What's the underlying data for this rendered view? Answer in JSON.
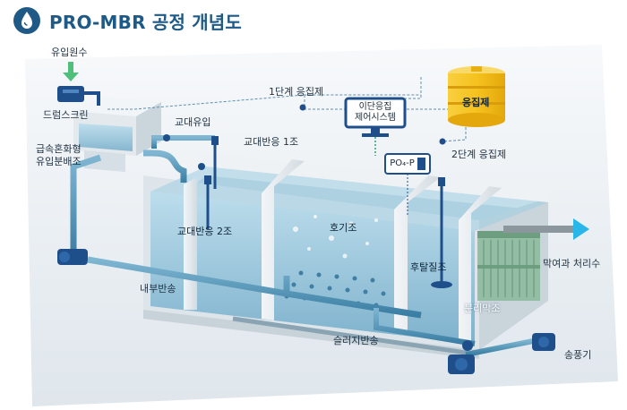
{
  "header": {
    "title": "PRO-MBR 공정 개념도"
  },
  "labels": {
    "influent": "유입원수",
    "drum_screen": "드럼스크린",
    "rapid_mix": "급속혼화형\n유입분배조",
    "alt_inflow": "교대유입",
    "alt_react1": "교대반응 1조",
    "alt_react2": "교대반응 2조",
    "aerobic": "호기조",
    "post_anoxic": "후탈질조",
    "membrane": "분리막조",
    "internal_return": "내부반송",
    "sludge_return": "슬러지반송",
    "blower": "송풍기",
    "effluent": "막여과 처리수",
    "coag_stage1": "1단계 응집제",
    "coag_stage2": "2단계 응집제",
    "coagulant_tank": "응집제",
    "control_system": "이단응집\n제어시스템",
    "sensor": "PO₄-P"
  },
  "colors": {
    "brand": "#1f5a86",
    "water": "#8fc3dc",
    "pipe": "#4b8fb4",
    "pump": "#1f4f8a",
    "tank_wall": "#e9eef2",
    "coagulant": "#f5b915",
    "arrow_green": "#4fc07a",
    "arrow_cyan": "#29b6e8"
  },
  "icons": [
    "water-drop-logo-icon",
    "down-arrow-icon",
    "pump-icon",
    "drum-screen-icon",
    "monitor-icon",
    "sensor-icon",
    "tank-icon",
    "right-arrow-icon",
    "blower-icon",
    "mixer-icon",
    "membrane-module-icon"
  ]
}
